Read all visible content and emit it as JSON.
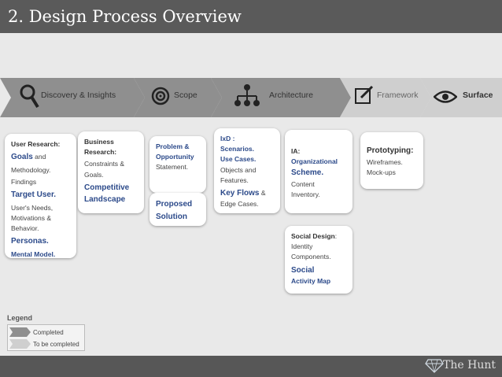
{
  "header": {
    "title": "2. Design Process Overview"
  },
  "stages": [
    {
      "label": "Discovery & Insights",
      "icon": "magnifier-icon",
      "status": "completed"
    },
    {
      "label": "Scope",
      "icon": "target-icon",
      "status": "completed"
    },
    {
      "label": "Architecture",
      "icon": "hierarchy-icon",
      "status": "completed"
    },
    {
      "label": "Framework",
      "icon": "edit-icon",
      "status": "to-be-completed"
    },
    {
      "label": "Surface",
      "icon": "eye-icon",
      "status": "to-be-completed"
    }
  ],
  "cards": {
    "user_research": {
      "heading": "User Research:",
      "goals": "Goals",
      "goals_rest": " and",
      "methodology": "Methodology.",
      "findings": "Findings",
      "target_user": "Target User.",
      "needs": "User's Needs,",
      "motivations": "Motivations &",
      "behavior": "Behavior.",
      "personas": "Personas.",
      "mental_model": "Mental Model."
    },
    "business": {
      "line1": "Business",
      "line2": "Research:",
      "line3": "Constraints &",
      "line4": "Goals.",
      "comp1": "Competitive",
      "comp2": "Landscape"
    },
    "problem": {
      "line1": "Problem &",
      "line2": "Opportunity",
      "line3": "Statement."
    },
    "proposed": {
      "line1": "Proposed",
      "line2": "Solution"
    },
    "ixd": {
      "line1": "IxD :",
      "line2": "Scenarios.",
      "line3": "Use Cases.",
      "line4": "Objects and",
      "line5": "Features.",
      "flows": "Key Flows",
      "flows_rest": " &",
      "edge": "Edge Cases."
    },
    "ia": {
      "line1": "IA:",
      "line2": "Organizational",
      "line3": "Scheme.",
      "line4": "Content",
      "line5": "Inventory."
    },
    "social": {
      "line1": "Social Design",
      "line1_rest": ":",
      "line2": "Identity",
      "line3": "Components.",
      "line4": "Social",
      "line5": "Activity Map"
    },
    "prototyping": {
      "line1": "Prototyping:",
      "line2": "Wireframes.",
      "line3": "Mock-ups"
    }
  },
  "legend": {
    "title": "Legend",
    "completed": "Completed",
    "to_be_completed": "To be completed"
  },
  "footer": {
    "brand": "The Hunt"
  },
  "colors": {
    "completed": "#8f8f8f",
    "to_be_completed": "#cfcfcf",
    "accent": "#2c4a8a"
  }
}
